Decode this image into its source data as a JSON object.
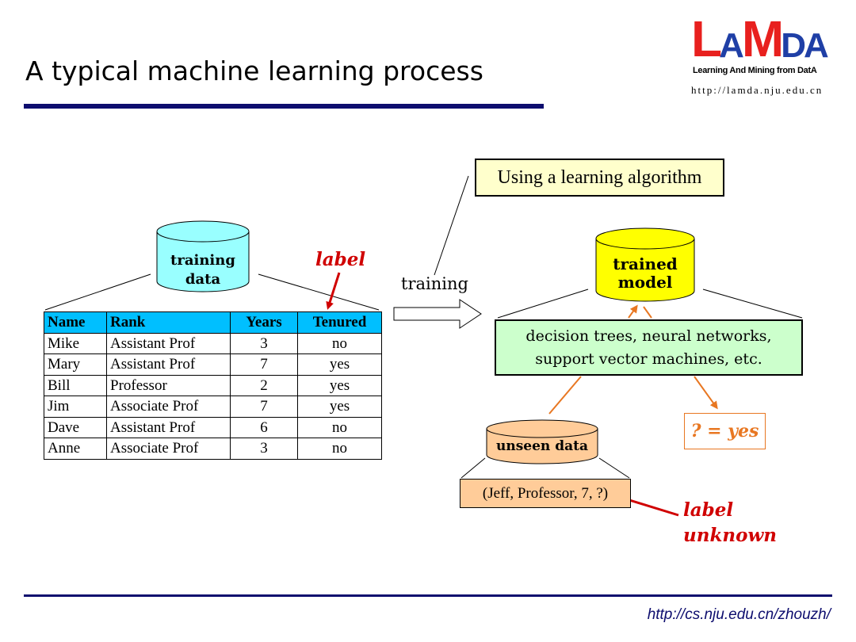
{
  "slide": {
    "title": "A typical machine learning process",
    "footer_url": "http://cs.nju.edu.cn/zhouzh/"
  },
  "logo": {
    "letters": [
      "L",
      "A",
      "M",
      "D",
      "A"
    ],
    "tagline": "Learning And Mining from DatA",
    "url": "http://lamda.nju.edu.cn",
    "colors": {
      "red": "#e8201e",
      "blue": "#1f3fa6"
    }
  },
  "training_data": {
    "label_line1": "training",
    "label_line2": "data",
    "color": "#99ffff"
  },
  "table": {
    "header_color": "#00bfff",
    "columns": [
      "Name",
      "Rank",
      "Years",
      "Tenured"
    ],
    "rows": [
      [
        "Mike",
        "Assistant Prof",
        "3",
        "no"
      ],
      [
        "Mary",
        "Assistant Prof",
        "7",
        "yes"
      ],
      [
        "Bill",
        "Professor",
        "2",
        "yes"
      ],
      [
        "Jim",
        "Associate Prof",
        "7",
        "yes"
      ],
      [
        "Dave",
        "Assistant Prof",
        "6",
        "no"
      ],
      [
        "Anne",
        "Associate Prof",
        "3",
        "no"
      ]
    ]
  },
  "label_annotation": "label",
  "training_arrow_label": "training",
  "algorithm_box": "Using a learning algorithm",
  "trained_model": {
    "label_line1": "trained",
    "label_line2": "model",
    "color": "#ffff00"
  },
  "models_box": {
    "line1": "decision trees, neural networks,",
    "line2": "support vector machines, etc."
  },
  "unseen_data": {
    "label": "unseen data",
    "color": "#ffcc99",
    "instance": "(Jeff, Professor, 7, ?)"
  },
  "answer": "? = yes",
  "label_unknown": {
    "line1": "label",
    "line2": "unknown"
  },
  "colors": {
    "accent_rule": "#0d0d6e",
    "arrow_red": "#d00000",
    "arrow_orange": "#e87722"
  }
}
